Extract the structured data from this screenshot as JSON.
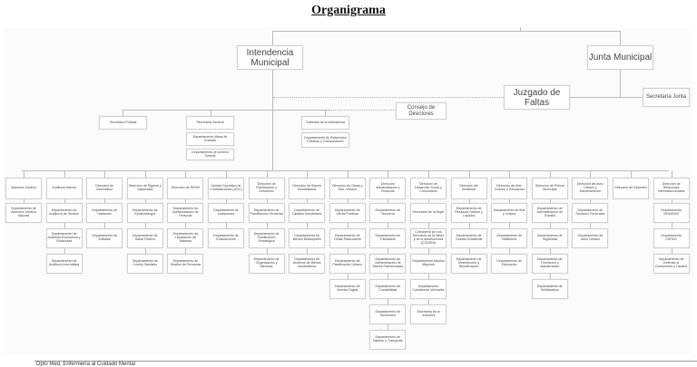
{
  "title": "Organigrama",
  "top": {
    "intendencia": "Intendencia Municipal",
    "junta": "Junta Municipal",
    "juzgado": "Juzgado de Faltas",
    "secretaria_junta": "Secretaría Junta",
    "consejo": "Consejo de Directores",
    "secretaria_privada": "Secretaría Privada",
    "secretaria_general": "Secretaría General",
    "mesa_entrada": "Departamento Mesa de Entrada",
    "archivo_central": "Departamento de Archivo Central",
    "gabinete": "Gabinete de la Intendencia",
    "relaciones_publicas": "Departamento de Relaciones Públicas y Comunicación"
  },
  "columns": [
    {
      "header": "Asesoría Jurídica",
      "depts": [
        "Departamento de Asesoría Jurídica Adjunta"
      ]
    },
    {
      "header": "Auditoría Interna",
      "depts": [
        "Departamento de Auditoría de Gestión",
        "Departamento de Auditoría Económica y Financiera",
        "Departamento de Auditoría Informática"
      ]
    },
    {
      "header": "Dirección de Informática",
      "depts": [
        "Departamento de Hardware",
        "Departamento de Software"
      ]
    },
    {
      "header": "Dirección de Higiene y Salubridad",
      "depts": [
        "Departamento de Epidemiología",
        "Departamento de Salud Pública",
        "Departamento de Control Sanitario"
      ]
    },
    {
      "header": "Dirección de RRHH",
      "depts": [
        "Departamento de Administración de Personal",
        "Departamento de Liquidación de Haberes",
        "Departamento de Gestión de Personas"
      ]
    },
    {
      "header": "Unidad Operativa de Contrataciones (UOC)",
      "depts": [
        "Departamento de Licitaciones",
        "Departamento de Evaluaciones"
      ]
    },
    {
      "header": "Dirección de Planificación y Desarrollo",
      "depts": [
        "Departamento de Planificación Territorial",
        "Departamento de Planificación Estratégica",
        "Departamento de Organización y Métodos"
      ]
    },
    {
      "header": "Dirección de Bienes Inmobiliarios",
      "depts": [
        "Departamento de Catastro Inmobiliario",
        "Departamento de Bienes Municipales",
        "Departamento de Archivos de Bienes Inmobiliarios"
      ]
    },
    {
      "header": "Dirección de Obras y Dos. Urbano",
      "depts": [
        "Departamento de Obras Públicas",
        "Departamento de Obras Particulares",
        "Departamento de Planificación Urbano",
        "Departamento de Archivo Digital"
      ]
    },
    {
      "header": "Dirección Administración y Finanzas",
      "depts": [
        "Departamento de Tesorería",
        "Departamento de Tributación",
        "Departamento de Administración de Bienes Patrimoniales",
        "Departamento de Contabilidad",
        "Departamento de Suministro",
        "Departamento de Talleres y Transporte"
      ]
    },
    {
      "header": "Dirección de Desarrollo Social y Comunitario",
      "depts": [
        "Secretaría de la Mujer",
        "Consejería por los Derechos de la Niñez y de la adolescencia (CODENI)",
        "Departamento Adultos Mayores",
        "Departamento Comisiones Vecinales",
        "Secretaría de la Juventud"
      ]
    },
    {
      "header": "Dirección del Ambiente",
      "depts": [
        "Departamento de Residuos Sólidos y Líquidos",
        "Departamento de Gestión Ambiental",
        "Departamento de Desinfección y Desratización"
      ]
    },
    {
      "header": "Dirección de Arte, Cultura, y Educación",
      "depts": [
        "Departamento de Arte y Cultura",
        "Departamento de Biblioteca",
        "Departamento de Educación"
      ]
    },
    {
      "header": "Dirección de Policía Municipal",
      "depts": [
        "Departamento de Administración de Tránsito",
        "Departamento de Seguridad",
        "Departamento de Formación y Actualización",
        "Departamento de Señalización"
      ]
    },
    {
      "header": "Dirección de Aseo Urbano y Mantenimiento",
      "depts": [
        "Departamento de Servicios Generales",
        "Departamento de Aseo Urbano"
      ]
    },
    {
      "header": "Dirección de Deportes",
      "depts": []
    },
    {
      "header": "Dirección de Relaciones Interinstitucionales",
      "depts": [
        "Departamento SENATAVI",
        "Departamento CEPAG",
        "Departamento de Defensa al Consumidor y Usuario"
      ]
    }
  ],
  "footer": "Dpto Med. Enfermería al Cuidado Mental"
}
